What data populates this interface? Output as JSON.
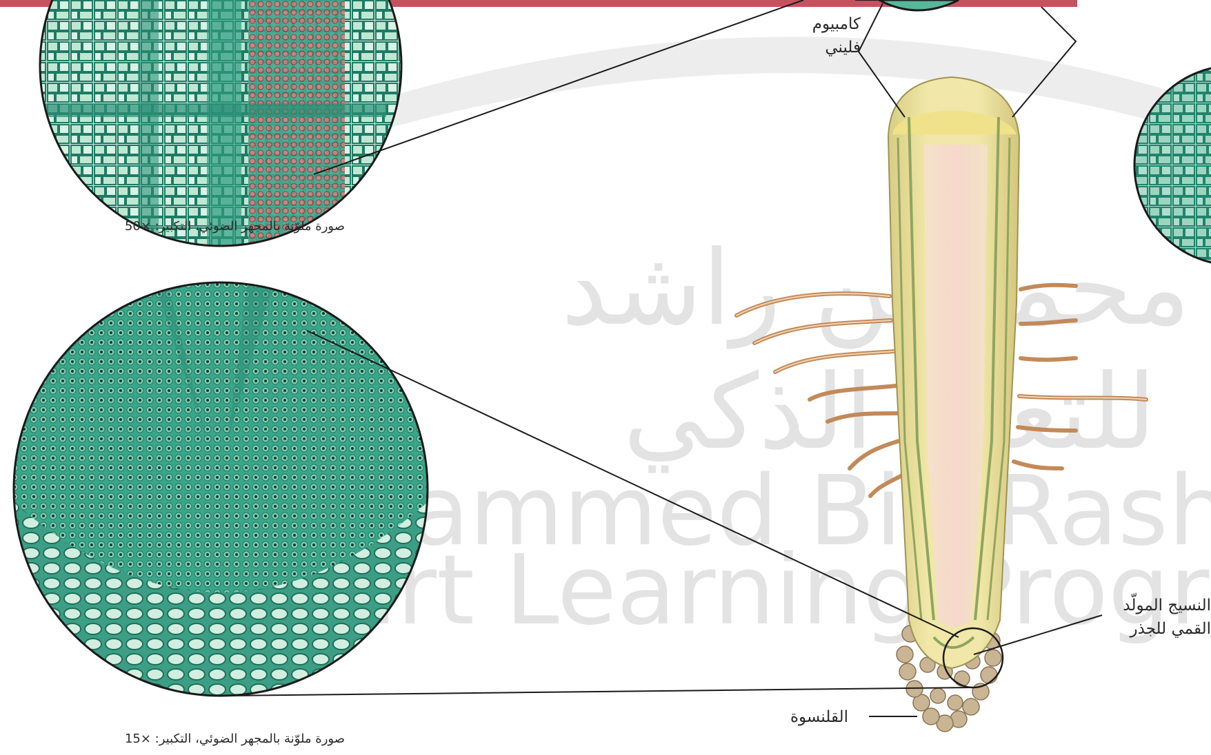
{
  "colors": {
    "top_bar": "#c8505f",
    "micro_base": "#2f9f85",
    "micro_cell": "#cfeee0",
    "micro_wall": "#1e7a63",
    "xylem_red": "#b55a5a",
    "root_body": "#e8dd9a",
    "root_core": "#f3d9c4",
    "root_stele_line": "#8fa560",
    "root_hair": "#c28a5a",
    "root_cap": "#c9b493",
    "outline": "#1a1a1a",
    "watermark": "#dcdcdc"
  },
  "watermark": {
    "line1": "محمد بن راشد",
    "line2": "للتعلم الذكي",
    "line3": "Mohammed Bin Rashid",
    "line4": "Smart Learning Program"
  },
  "labels": {
    "cambium_line1": "كامبيوم",
    "cambium_line2": "فليني",
    "apical_line1": "النسيج المولّد",
    "apical_line2": "القمي للجذر",
    "cap": "القلنسوة"
  },
  "captions": {
    "top": "صورة ملوّنة بالمجهر الضوئي، التكبير: ×50",
    "bottom": "صورة ملوّنة بالمجهر الضوئي، التكبير: ×15"
  }
}
